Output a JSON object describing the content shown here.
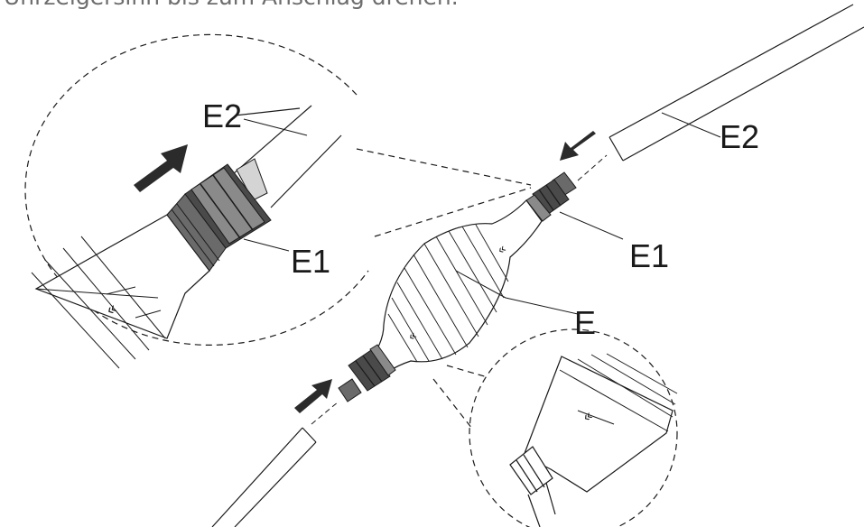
{
  "caption": "Uhrzeigersinn bis zum Anschlag drehen.",
  "labels": {
    "e2_detail": "E2",
    "e1_detail": "E1",
    "e2_main": "E2",
    "e1_main": "E1",
    "e_main": "E"
  },
  "arrow_glyph": "«",
  "colors": {
    "line": "#1a1a1a",
    "dark_grey": "#4a4a4a",
    "mid_grey": "#8a8a8a",
    "light_grey": "#d4d4d4",
    "arrow": "#2b2b2b",
    "caption": "#6e6e6e"
  }
}
